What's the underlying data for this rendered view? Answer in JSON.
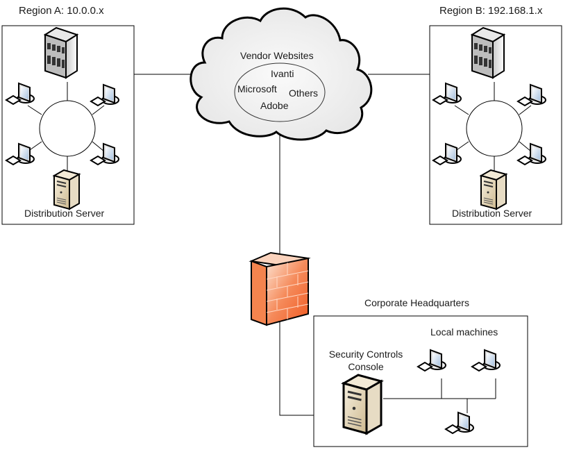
{
  "region_a": {
    "title": "Region A: 10.0.0.x",
    "server_label": "Distribution Server"
  },
  "region_b": {
    "title": "Region B: 192.168.1.x",
    "server_label": "Distribution Server"
  },
  "cloud": {
    "title": "Vendor Websites",
    "vendors": [
      "Ivanti",
      "Microsoft",
      "Others",
      "Adobe"
    ]
  },
  "hq": {
    "title": "Corporate Headquarters",
    "console_label_line1": "Security Controls",
    "console_label_line2": "Console",
    "local_label": "Local machines"
  },
  "colors": {
    "firewall": "#f26b3a",
    "server_beige": "#e9dcc0",
    "monitor_screen": "#cfe0f2",
    "cloud_fill": "#f2f2f2"
  }
}
